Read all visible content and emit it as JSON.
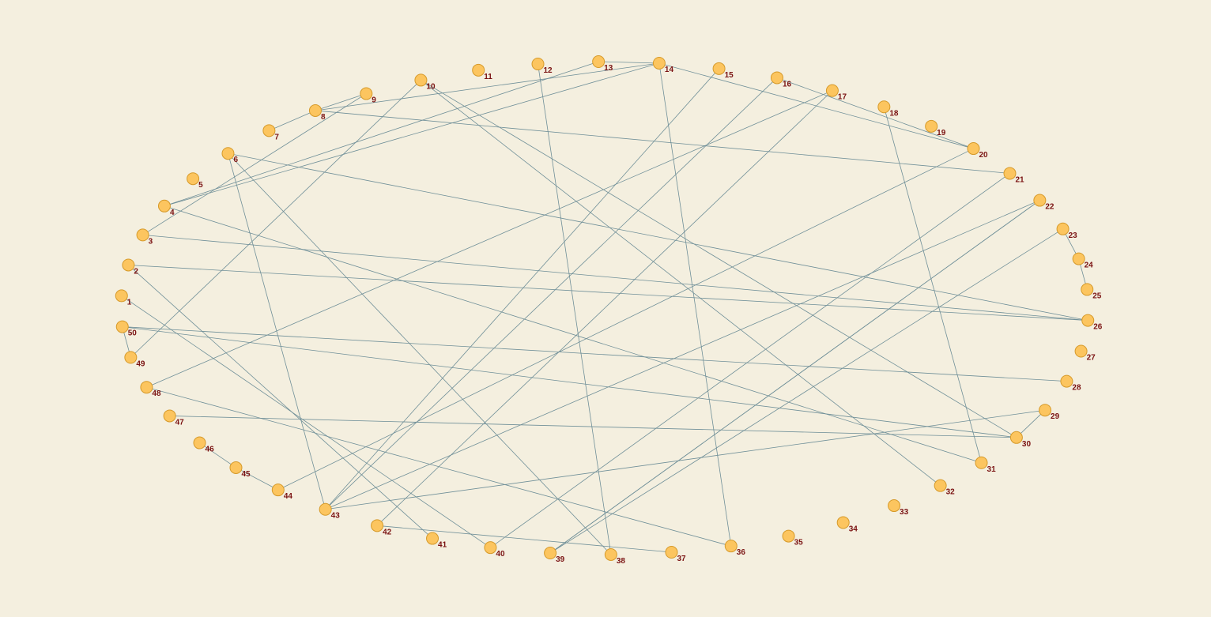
{
  "graph": {
    "node_color": "#fcc55f",
    "node_stroke": "#d69a2a",
    "edge_color": "#6f8f98",
    "label_color": "#7a1212",
    "background": "#f4efdf",
    "nodes": [
      {
        "id": 1,
        "label": "1"
      },
      {
        "id": 2,
        "label": "2"
      },
      {
        "id": 3,
        "label": "3"
      },
      {
        "id": 4,
        "label": "4"
      },
      {
        "id": 5,
        "label": "5"
      },
      {
        "id": 6,
        "label": "6"
      },
      {
        "id": 7,
        "label": "7"
      },
      {
        "id": 8,
        "label": "8"
      },
      {
        "id": 9,
        "label": "9"
      },
      {
        "id": 10,
        "label": "10"
      },
      {
        "id": 11,
        "label": "11"
      },
      {
        "id": 12,
        "label": "12"
      },
      {
        "id": 13,
        "label": "13"
      },
      {
        "id": 14,
        "label": "14"
      },
      {
        "id": 15,
        "label": "15"
      },
      {
        "id": 16,
        "label": "16"
      },
      {
        "id": 17,
        "label": "17"
      },
      {
        "id": 18,
        "label": "18"
      },
      {
        "id": 19,
        "label": "19"
      },
      {
        "id": 20,
        "label": "20"
      },
      {
        "id": 21,
        "label": "21"
      },
      {
        "id": 22,
        "label": "22"
      },
      {
        "id": 23,
        "label": "23"
      },
      {
        "id": 24,
        "label": "24"
      },
      {
        "id": 25,
        "label": "25"
      },
      {
        "id": 26,
        "label": "26"
      },
      {
        "id": 27,
        "label": "27"
      },
      {
        "id": 28,
        "label": "28"
      },
      {
        "id": 29,
        "label": "29"
      },
      {
        "id": 30,
        "label": "30"
      },
      {
        "id": 31,
        "label": "31"
      },
      {
        "id": 32,
        "label": "32"
      },
      {
        "id": 33,
        "label": "33"
      },
      {
        "id": 34,
        "label": "34"
      },
      {
        "id": 35,
        "label": "35"
      },
      {
        "id": 36,
        "label": "36"
      },
      {
        "id": 37,
        "label": "37"
      },
      {
        "id": 38,
        "label": "38"
      },
      {
        "id": 39,
        "label": "39"
      },
      {
        "id": 40,
        "label": "40"
      },
      {
        "id": 41,
        "label": "41"
      },
      {
        "id": 42,
        "label": "42"
      },
      {
        "id": 43,
        "label": "43"
      },
      {
        "id": 44,
        "label": "44"
      },
      {
        "id": 45,
        "label": "45"
      },
      {
        "id": 46,
        "label": "46"
      },
      {
        "id": 47,
        "label": "47"
      },
      {
        "id": 48,
        "label": "48"
      },
      {
        "id": 49,
        "label": "49"
      },
      {
        "id": 50,
        "label": "50"
      }
    ],
    "edges": [
      [
        1,
        40
      ],
      [
        2,
        26
      ],
      [
        3,
        26
      ],
      [
        4,
        14
      ],
      [
        4,
        13
      ],
      [
        4,
        31
      ],
      [
        6,
        43
      ],
      [
        6,
        38
      ],
      [
        6,
        26
      ],
      [
        7,
        8
      ],
      [
        8,
        9
      ],
      [
        8,
        14
      ],
      [
        8,
        21
      ],
      [
        10,
        49
      ],
      [
        10,
        32
      ],
      [
        12,
        38
      ],
      [
        13,
        14
      ],
      [
        14,
        20
      ],
      [
        14,
        36
      ],
      [
        15,
        43
      ],
      [
        16,
        20
      ],
      [
        16,
        43
      ],
      [
        17,
        48
      ],
      [
        17,
        42
      ],
      [
        18,
        31
      ],
      [
        20,
        44
      ],
      [
        21,
        40
      ],
      [
        22,
        43
      ],
      [
        22,
        39
      ],
      [
        23,
        39
      ],
      [
        23,
        24
      ],
      [
        29,
        43
      ],
      [
        29,
        30
      ],
      [
        30,
        47
      ],
      [
        30,
        50
      ],
      [
        49,
        50
      ],
      [
        28,
        50
      ],
      [
        2,
        41
      ],
      [
        3,
        9
      ],
      [
        10,
        30
      ],
      [
        22,
        39
      ],
      [
        37,
        42
      ],
      [
        48,
        36
      ],
      [
        44,
        45
      ],
      [
        45,
        46
      ],
      [
        24,
        25
      ]
    ]
  }
}
